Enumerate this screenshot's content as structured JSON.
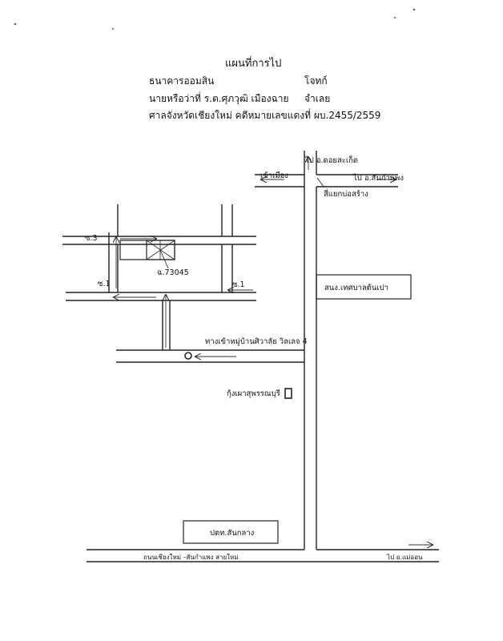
{
  "header": {
    "title": "แผนที่การไป",
    "bank": "ธนาคารออมสิน",
    "plaintiff_role": "โจทก์",
    "defendant": "นายหรือว่าที่ ร.ต.ศุภวุฒิ  เมืองฉาย",
    "defendant_role": "จำเลย",
    "court_case": "ศาลจังหวัดเชียงใหม่  คดีหมายเลขแดงที่ ผบ.2455/2559"
  },
  "map": {
    "to_doi_saket": "ไป อ.ดอยสะเก็ด",
    "to_san_kamphaeng": "ไป อ.สันกำแพง",
    "into_city": "เข้าเมือง",
    "bo_sang_intersection": "สี่แยกบ่อสร้าง",
    "soi_3": "ซ.3",
    "soi_1_left": "ซ.1",
    "soi_1_right": "ซ.1",
    "deed_no": "ฉ.73045",
    "municipality_office": "สนง.เทศบาลต้นเปา",
    "village_entrance": "ทางเข้าหมู่บ้านศิวาลัย วิลเลจ 4",
    "shrimp_restaurant": "กุ้งเผาสุพรรณบุรี",
    "san_klang_office": "ปตท.สันกลาง",
    "main_road": "ถนนเชียงใหม่ –สันกำแพง สายใหม่",
    "to_mae_on": "ไป อ.แม่ออน"
  }
}
